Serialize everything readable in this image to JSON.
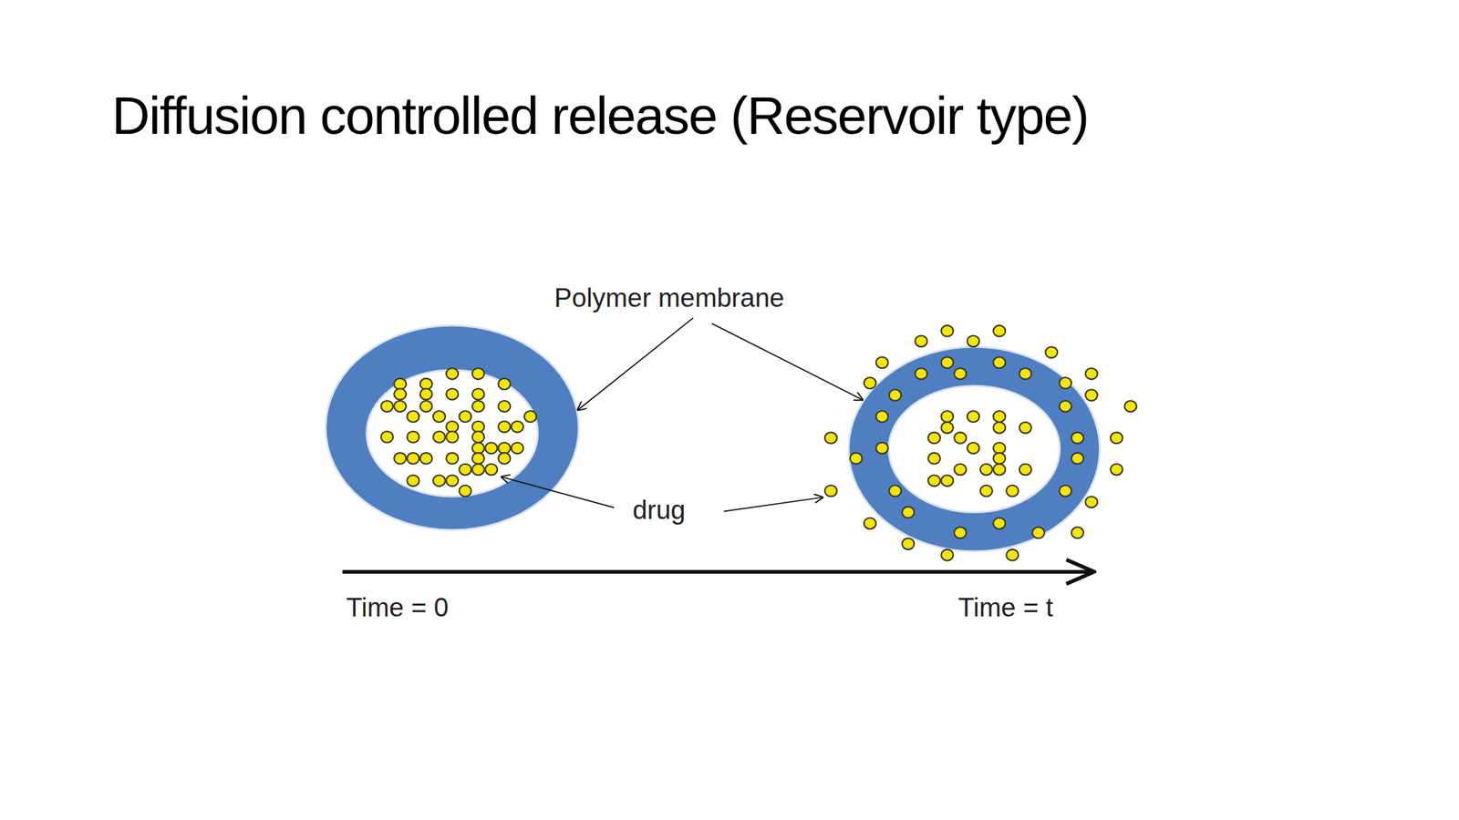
{
  "diagram": {
    "title": "Diffusion controlled release (Reservoir type)",
    "labels": [
      "Polymer membrane",
      "drug",
      "Time = 0",
      "Time = t"
    ]
  }
}
